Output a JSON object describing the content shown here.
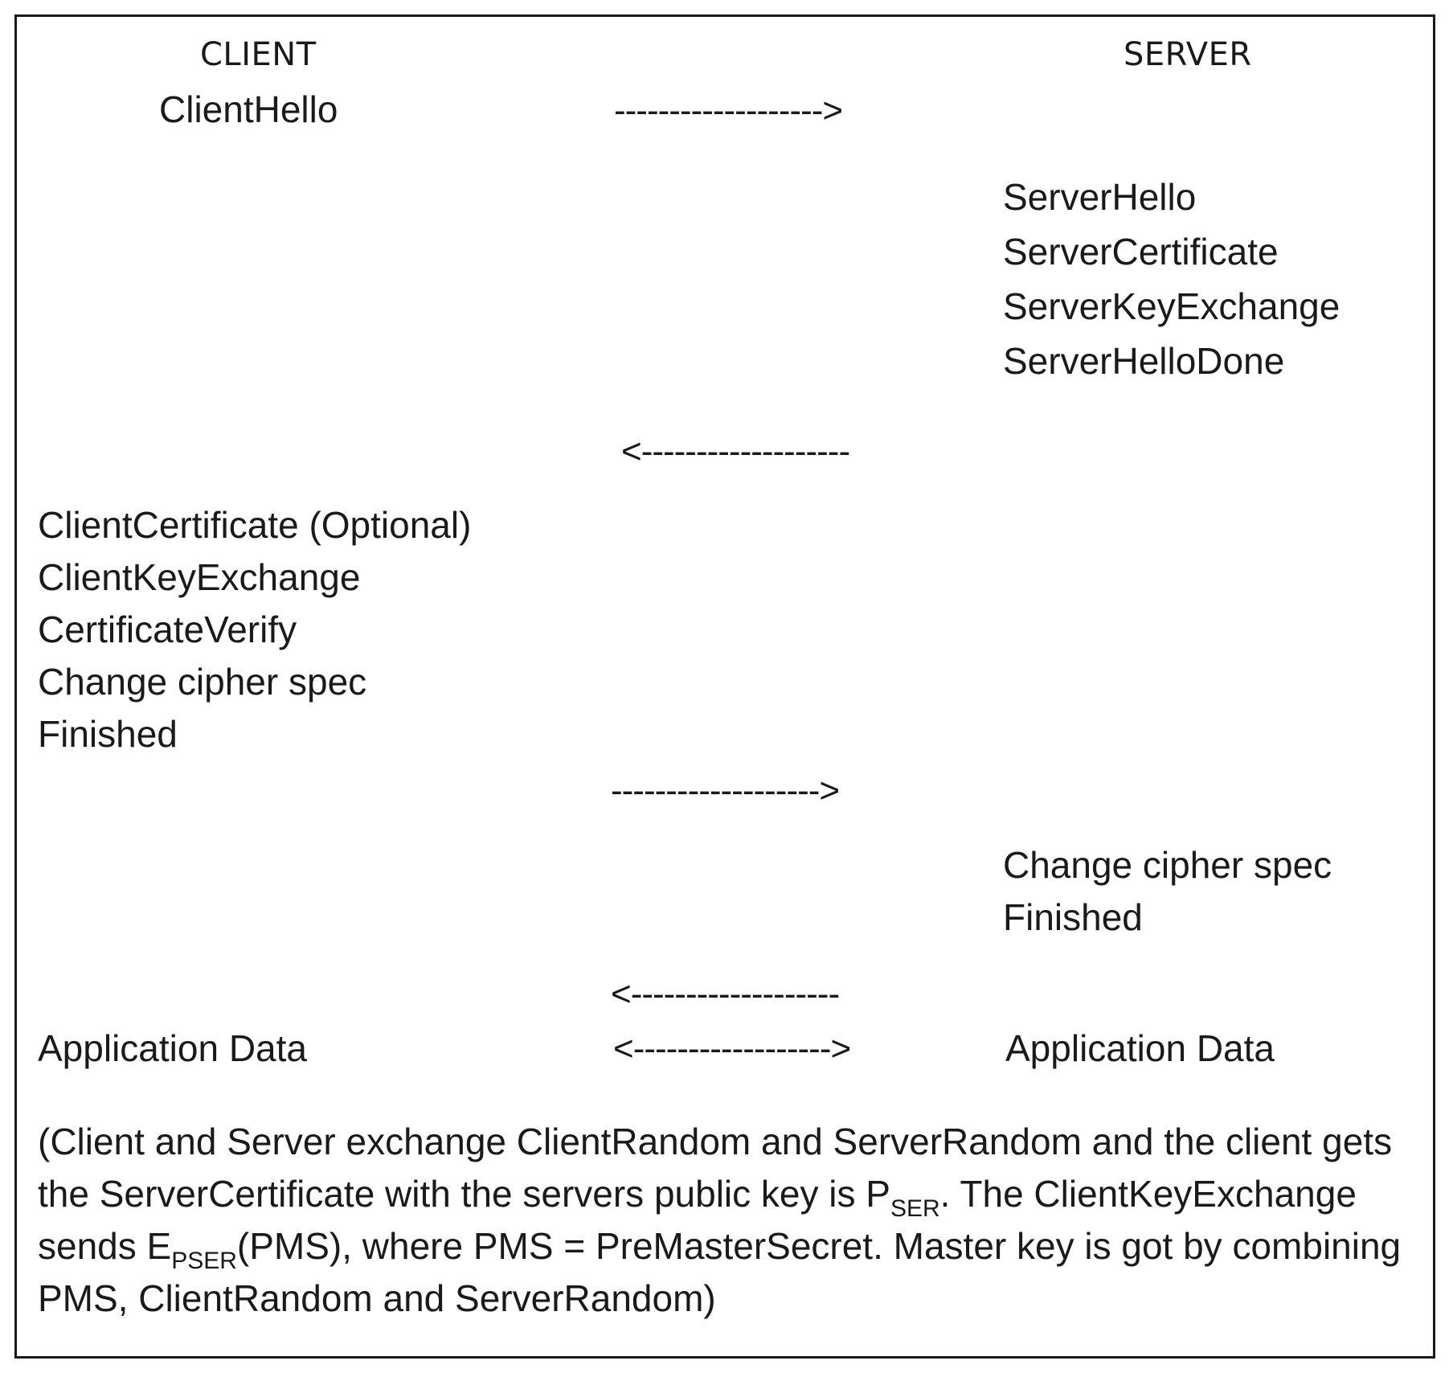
{
  "headers": {
    "client": "CLIENT",
    "server": "SERVER"
  },
  "steps": {
    "client_hello": "ClientHello",
    "arrow_1": "------------------->",
    "server_messages": [
      "ServerHello",
      "ServerCertificate",
      "ServerKeyExchange",
      "ServerHelloDone"
    ],
    "arrow_2": "<-------------------",
    "client_messages": [
      "ClientCertificate (Optional)",
      "ClientKeyExchange",
      "CertificateVerify",
      "Change cipher spec",
      "Finished"
    ],
    "arrow_3": "------------------->",
    "server_final": [
      "Change cipher spec",
      "Finished"
    ],
    "arrow_4": "<-------------------",
    "app_data_client": "Application Data",
    "arrow_5": "<------------------>",
    "app_data_server": "Application Data"
  },
  "note": {
    "part1": "(Client and Server exchange ClientRandom and ServerRandom and the client gets the ServerCertificate with the servers public key is P",
    "sub1": "SER",
    "part2": ". The ClientKeyExchange sends E",
    "sub2": "PSER",
    "part3": "(PMS), where PMS = PreMasterSecret. Master key is got by combining PMS, ClientRandom and ServerRandom)"
  }
}
